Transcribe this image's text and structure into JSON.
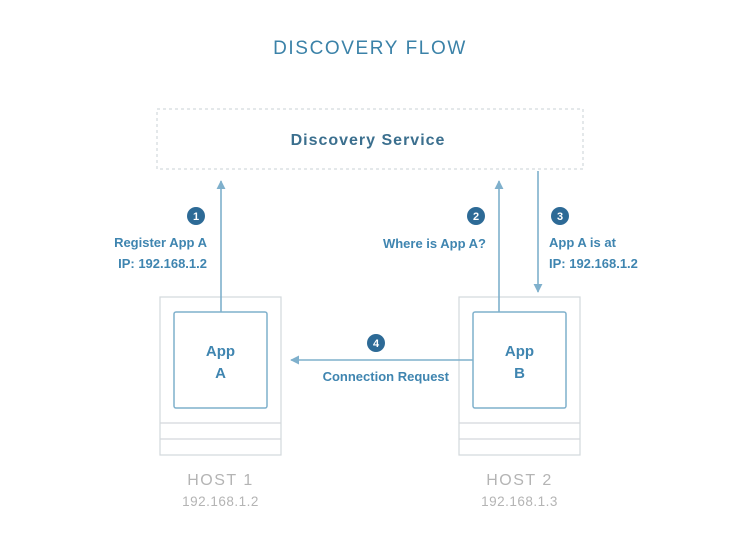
{
  "title": "DISCOVERY FLOW",
  "discovery_service": {
    "label": "Discovery Service"
  },
  "hosts": [
    {
      "name": "HOST 1",
      "ip": "192.168.1.2",
      "app_line1": "App",
      "app_line2": "A"
    },
    {
      "name": "HOST 2",
      "ip": "192.168.1.3",
      "app_line1": "App",
      "app_line2": "B"
    }
  ],
  "steps": [
    {
      "number": "1",
      "line1": "Register App A",
      "line2": "IP: 192.168.1.2"
    },
    {
      "number": "2",
      "line1": "Where is App A?"
    },
    {
      "number": "3",
      "line1": "App A is at",
      "line2": "IP: 192.168.1.2"
    },
    {
      "number": "4",
      "line1": "Connection Request"
    }
  ],
  "colors": {
    "accent": "#2d6a96",
    "arrow": "#7fb0cc",
    "frame": "#cfd6da",
    "dashed": "#c9d1d6"
  }
}
